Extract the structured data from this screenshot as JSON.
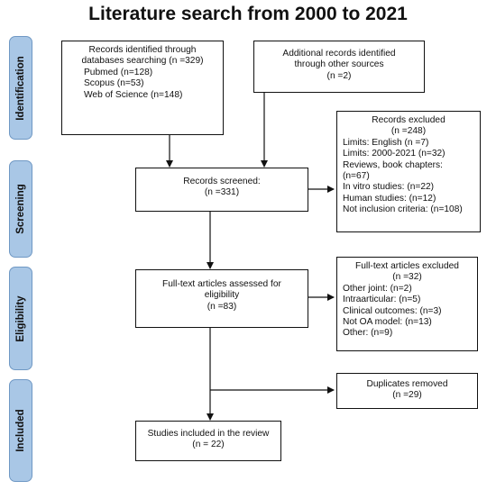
{
  "title": "Literature search from 2000 to 2021",
  "phases": [
    {
      "label": "Identification"
    },
    {
      "label": "Screening"
    },
    {
      "label": "Eligibility"
    },
    {
      "label": "Included"
    }
  ],
  "boxes": {
    "databases": {
      "lines": [
        "Records identified through",
        "databases searching (n =329)",
        "Pubmed (n=128)",
        "Scopus (n=53)",
        "Web of Science (n=148)"
      ]
    },
    "other_sources": {
      "lines": [
        "Additional records identified",
        "through other sources",
        "(n =2)"
      ]
    },
    "screened": {
      "lines": [
        "Records screened:",
        "(n =331)"
      ]
    },
    "excluded": {
      "lines": [
        "Records excluded",
        "(n =248)",
        "Limits: English (n =7)",
        "Limits: 2000-2021 (n=32)",
        "Reviews, book chapters:",
        "(n=67)",
        "In vitro studies: (n=22)",
        "Human studies: (n=12)",
        "Not inclusion criteria: (n=108)"
      ]
    },
    "fulltext": {
      "lines": [
        "Full-text articles assessed for",
        "eligibility",
        "(n =83)"
      ]
    },
    "fulltext_excluded": {
      "lines": [
        "Full-text articles excluded",
        "(n =32)",
        "Other joint: (n=2)",
        "Intraarticular: (n=5)",
        "Clinical outcomes: (n=3)",
        "Not OA model: (n=13)",
        "Other: (n=9)"
      ]
    },
    "duplicates": {
      "lines": [
        "Duplicates removed",
        "(n =29)"
      ]
    },
    "included": {
      "lines": [
        "Studies included in the review",
        "(n = 22)"
      ]
    }
  }
}
